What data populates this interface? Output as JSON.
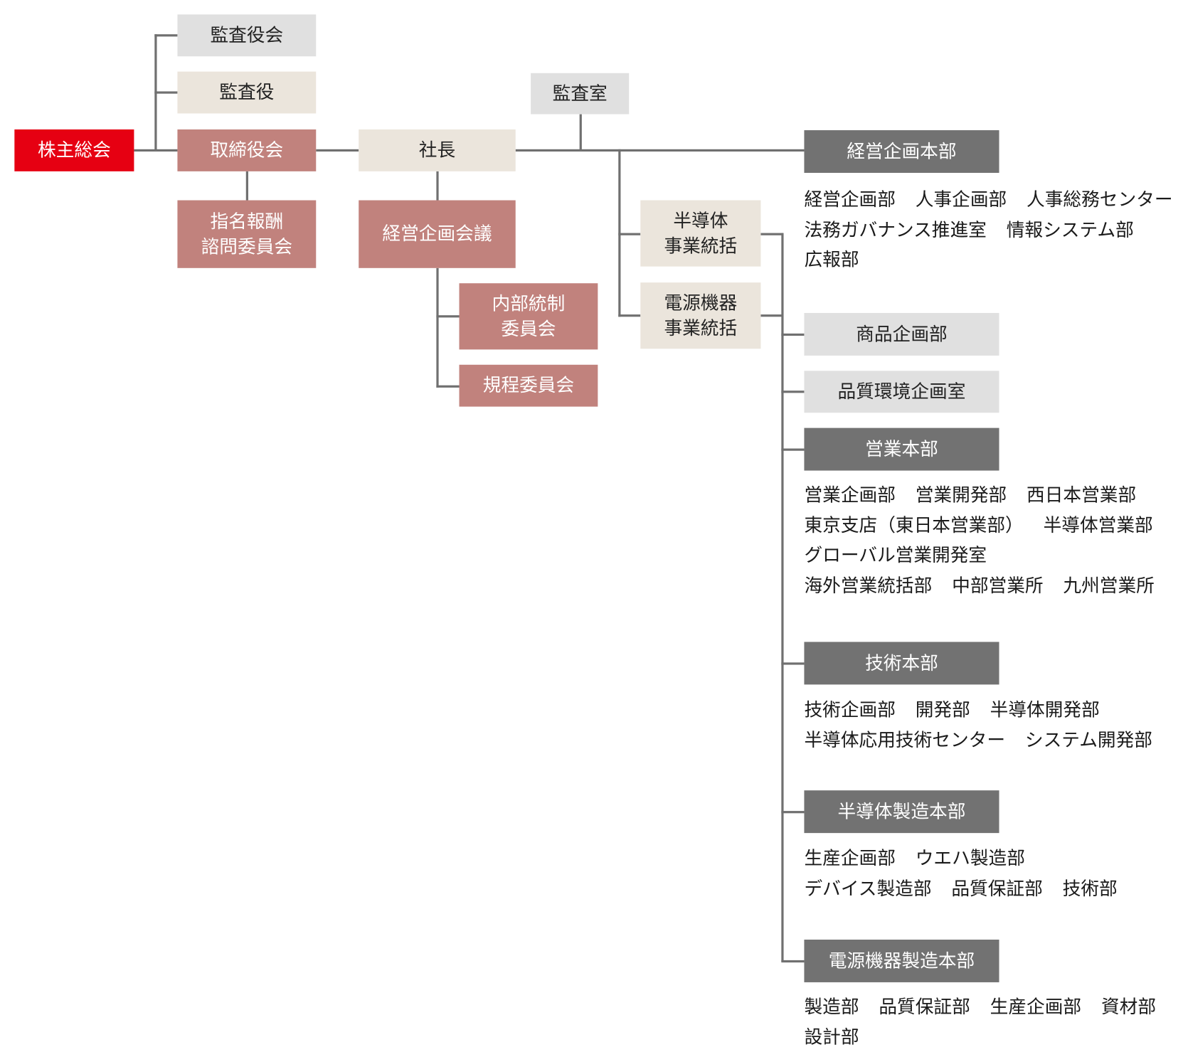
{
  "boxes": {
    "shareholders": "株主総会",
    "audit_board": "監査役会",
    "auditor": "監査役",
    "board": "取締役会",
    "nomination": "指名報酬\n諮問委員会",
    "president": "社長",
    "mgmt_meeting": "経営企画会議",
    "internal_control": "内部統制\n委員会",
    "rules_committee": "規程委員会",
    "audit_office": "監査室",
    "semi_business": "半導体\n事業統括",
    "power_business": "電源機器\n事業統括",
    "corp_planning_hq": "経営企画本部",
    "product_planning": "商品企画部",
    "quality_env": "品質環境企画室",
    "sales_hq": "営業本部",
    "tech_hq": "技術本部",
    "semi_mfg_hq": "半導体製造本部",
    "power_mfg_hq": "電源機器製造本部"
  },
  "lists": {
    "corp_planning": [
      [
        "経営企画部",
        "人事企画部",
        "人事総務センター"
      ],
      [
        "法務ガバナンス推進室",
        "情報システム部"
      ],
      [
        "広報部"
      ]
    ],
    "sales": [
      [
        "営業企画部",
        "営業開発部",
        "西日本営業部"
      ],
      [
        "東京支店（東日本営業部）",
        "半導体営業部"
      ],
      [
        "グローバル営業開発室"
      ],
      [
        "海外営業統括部",
        "中部営業所",
        "九州営業所"
      ]
    ],
    "tech": [
      [
        "技術企画部",
        "開発部",
        "半導体開発部"
      ],
      [
        "半導体応用技術センター",
        "システム開発部"
      ]
    ],
    "semi_mfg": [
      [
        "生産企画部",
        "ウエハ製造部"
      ],
      [
        "デバイス製造部",
        "品質保証部",
        "技術部"
      ]
    ],
    "power_mfg": [
      [
        "製造部",
        "品質保証部",
        "生産企画部",
        "資材部"
      ],
      [
        "設計部"
      ]
    ]
  },
  "colors": {
    "red": "#e60012",
    "rose": "#c1827d",
    "beige": "#ebe5dc",
    "light_gray": "#e0e0e0",
    "dark_gray": "#727272",
    "line": "#707070"
  }
}
